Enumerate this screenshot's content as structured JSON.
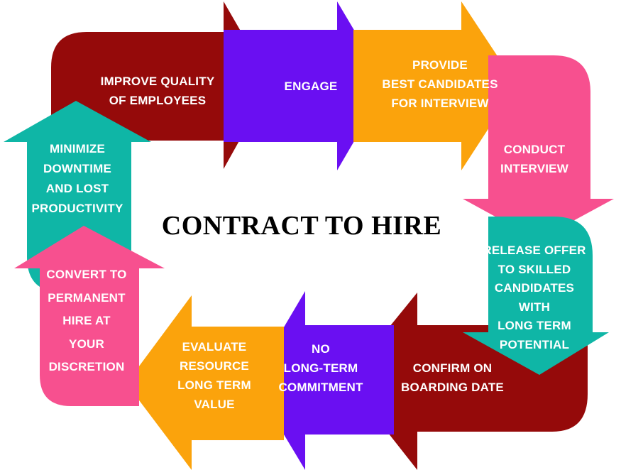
{
  "title": "CONTRACT TO HIRE",
  "colors": {
    "maroon": "#950a0a",
    "purple": "#6a0ff2",
    "orange": "#fba30c",
    "pink": "#f7508f",
    "teal": "#0fb6a6"
  },
  "steps": [
    {
      "id": "improve",
      "label": "IMPROVE QUALITY\nOF EMPLOYEES",
      "color": "maroon",
      "direction": "right"
    },
    {
      "id": "engage",
      "label": "ENGAGE",
      "color": "purple",
      "direction": "right"
    },
    {
      "id": "provide",
      "label": "PROVIDE\nBEST CANDIDATES\nFOR INTERVIEW",
      "color": "orange",
      "direction": "right"
    },
    {
      "id": "conduct",
      "label": "CONDUCT\nINTERVIEW",
      "color": "pink",
      "direction": "down"
    },
    {
      "id": "release",
      "label": "RELEASE OFFER\nTO SKILLED\nCANDIDATES\nWITH\nLONG TERM\nPOTENTIAL",
      "color": "teal",
      "direction": "down"
    },
    {
      "id": "confirm",
      "label": "CONFIRM ON\nBOARDING DATE",
      "color": "maroon",
      "direction": "left"
    },
    {
      "id": "no-commitment",
      "label": "NO\nLONG-TERM\nCOMMITMENT",
      "color": "purple",
      "direction": "left"
    },
    {
      "id": "evaluate",
      "label": "EVALUATE\nRESOURCE\nLONG TERM\nVALUE",
      "color": "orange",
      "direction": "left"
    },
    {
      "id": "convert",
      "label": "CONVERT TO\nPERMANENT\nHIRE AT\nYOUR\nDISCRETION",
      "color": "pink",
      "direction": "up"
    },
    {
      "id": "minimize",
      "label": "MINIMIZE\nDOWNTIME\nAND LOST\nPRODUCTIVITY",
      "color": "teal",
      "direction": "up"
    }
  ]
}
